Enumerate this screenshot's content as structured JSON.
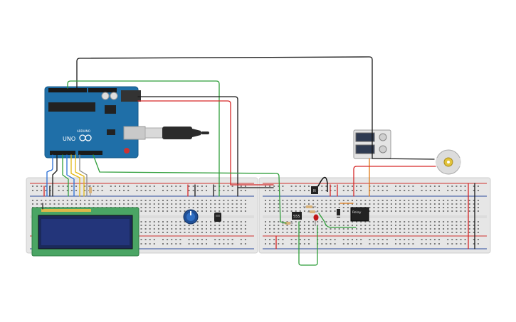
{
  "arduino": {
    "model_label": "UNO",
    "brand_label": "ARDUINO"
  },
  "lcd": {
    "text_line1": "",
    "text_line2": ""
  },
  "ic_chip": {
    "label": "555"
  },
  "relay": {
    "label": "Relay"
  },
  "transistor": {
    "label": "N"
  },
  "colors": {
    "breadboard": "#e9e9e9",
    "breadboard_rail_red": "#d0312d",
    "breadboard_rail_blue": "#2b4a9c",
    "arduino_board": "#1f6fa8",
    "lcd_pcb": "#4aa564",
    "lcd_screen": "#1d2c5c",
    "wire_green": "#2f9e3a",
    "wire_red": "#d62828",
    "wire_black": "#1a1a1a",
    "wire_blue": "#2a6fd6",
    "wire_yellow": "#e2b714",
    "wire_orange": "#e07a16",
    "wire_gray": "#8a8a8a"
  }
}
